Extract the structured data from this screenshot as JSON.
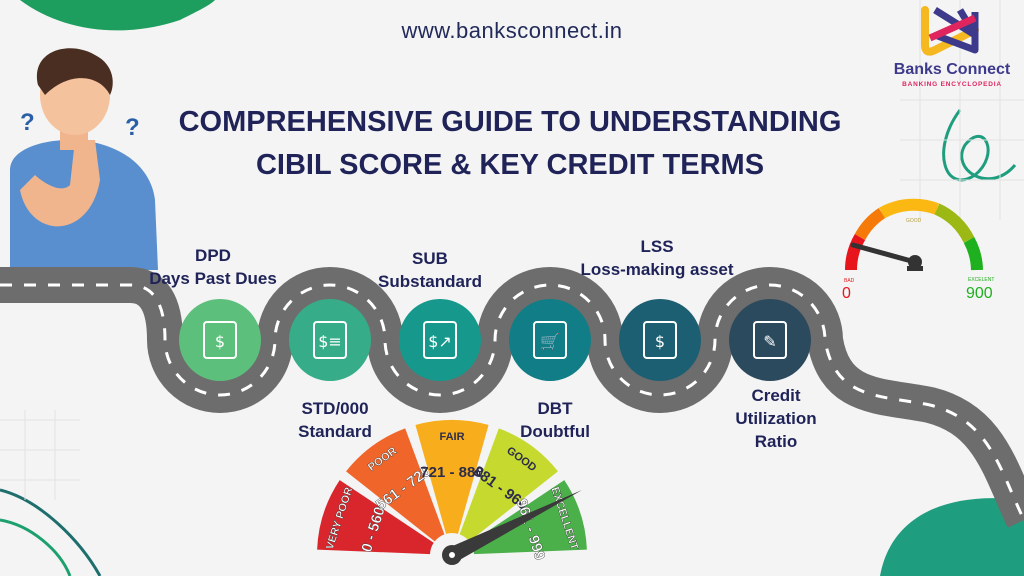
{
  "header": {
    "url": "www.banksconnect.in",
    "title_line1": "COMPREHENSIVE GUIDE TO UNDERSTANDING",
    "title_line2": "CIBIL SCORE & KEY CREDIT TERMS"
  },
  "logo": {
    "name": "Banks Connect",
    "tagline": "BANKING ENCYCLOPEDIA"
  },
  "terms": [
    {
      "code": "DPD",
      "label": "Days Past Dues",
      "icon": "money-in-hand-icon",
      "color": "#5cbf7b"
    },
    {
      "code": "STD/000",
      "label": "Standard",
      "icon": "invoice-check-icon",
      "color": "#36ad88"
    },
    {
      "code": "SUB",
      "label": "Substandard",
      "icon": "dollar-growth-chart-icon",
      "color": "#16998c"
    },
    {
      "code": "DBT",
      "label": "Doubtful",
      "icon": "cart-analysis-icon",
      "color": "#117d86"
    },
    {
      "code": "LSS",
      "label": "Loss-making asset",
      "icon": "handshake-document-icon",
      "color": "#1d5f72"
    },
    {
      "code": "Credit",
      "label": "Utilization",
      "extra": "Ratio",
      "icon": "document-pen-icon",
      "color": "#2c4a5e"
    }
  ],
  "meter": {
    "bad_label": "BAD",
    "good_label": "GOOD",
    "excellent_label": "EXCELENT",
    "min": "0",
    "max": "900"
  },
  "score_gauge": {
    "bands": [
      {
        "name": "VERY POOR",
        "range": "0 - 560",
        "color": "#d8262c"
      },
      {
        "name": "POOR",
        "range": "561 - 720",
        "color": "#f0652a"
      },
      {
        "name": "FAIR",
        "range": "721 - 880",
        "color": "#f8ad1c"
      },
      {
        "name": "GOOD",
        "range": "881 - 960",
        "color": "#c6d92e"
      },
      {
        "name": "EXCELLENT",
        "range": "961 - 999",
        "color": "#4cb04a"
      }
    ]
  }
}
